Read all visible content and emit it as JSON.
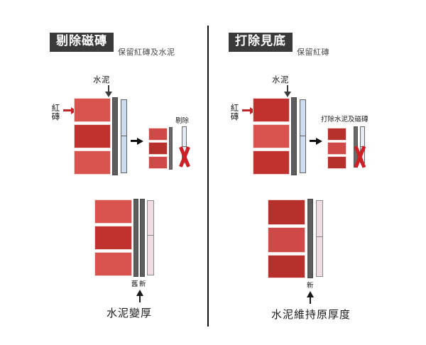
{
  "page": {
    "background": "#ffffff",
    "divider_color": "#0f0f0f"
  },
  "colors": {
    "badge_bg": "#3a3a3a",
    "badge_text": "#ffffff",
    "brick_light": "#d9534f",
    "brick_dark": "#c0322e",
    "brick_mid": "#cf4a46",
    "cement_gray": "#5d5d5d",
    "tile_blue": "#cddcee",
    "tile_pale": "#f0dde4",
    "arrow_red": "#c0272d",
    "x_red": "#cc1f26"
  },
  "panels": [
    {
      "id": "left",
      "title": "剔除磁磚",
      "subtitle": "保留紅磚及水泥",
      "labels": {
        "cement": "水泥",
        "brick": "紅磚",
        "removed": "剔除",
        "layer_old": "舊",
        "layer_new": "新",
        "caption": "水泥變厚"
      },
      "before": {
        "bricks": [
          "#d9534f",
          "#c0322e",
          "#d9534f"
        ],
        "bars": [
          "cement",
          "tile"
        ]
      },
      "after": {
        "bricks": [
          "#cf4a46",
          "#b7302c",
          "#cf4a46"
        ],
        "kept_bars": [
          "cement"
        ],
        "removed_bars": [
          "tile"
        ]
      },
      "result": {
        "bricks": [
          "#d9534f",
          "#c0322e",
          "#d9534f"
        ],
        "bars": [
          "cement-old",
          "cement-new",
          "tile-pale"
        ]
      }
    },
    {
      "id": "right",
      "title": "打除見底",
      "subtitle": "保留紅磚",
      "labels": {
        "cement": "水泥",
        "brick": "紅磚",
        "removed": "打除水泥及磁磚",
        "layer_new": "新",
        "caption": "水泥維持原厚度"
      },
      "before": {
        "bricks": [
          "#c0322e",
          "#d9534f",
          "#c0322e"
        ],
        "bars": [
          "cement",
          "tile"
        ]
      },
      "after": {
        "bricks": [
          "#b7302c",
          "#cf4a46",
          "#b7302c"
        ],
        "kept_bars": [],
        "removed_bars": [
          "cement",
          "tile"
        ]
      },
      "result": {
        "bricks": [
          "#b7302c",
          "#cf4a46",
          "#b7302c"
        ],
        "bars": [
          "cement-new",
          "tile-pale"
        ]
      }
    }
  ]
}
